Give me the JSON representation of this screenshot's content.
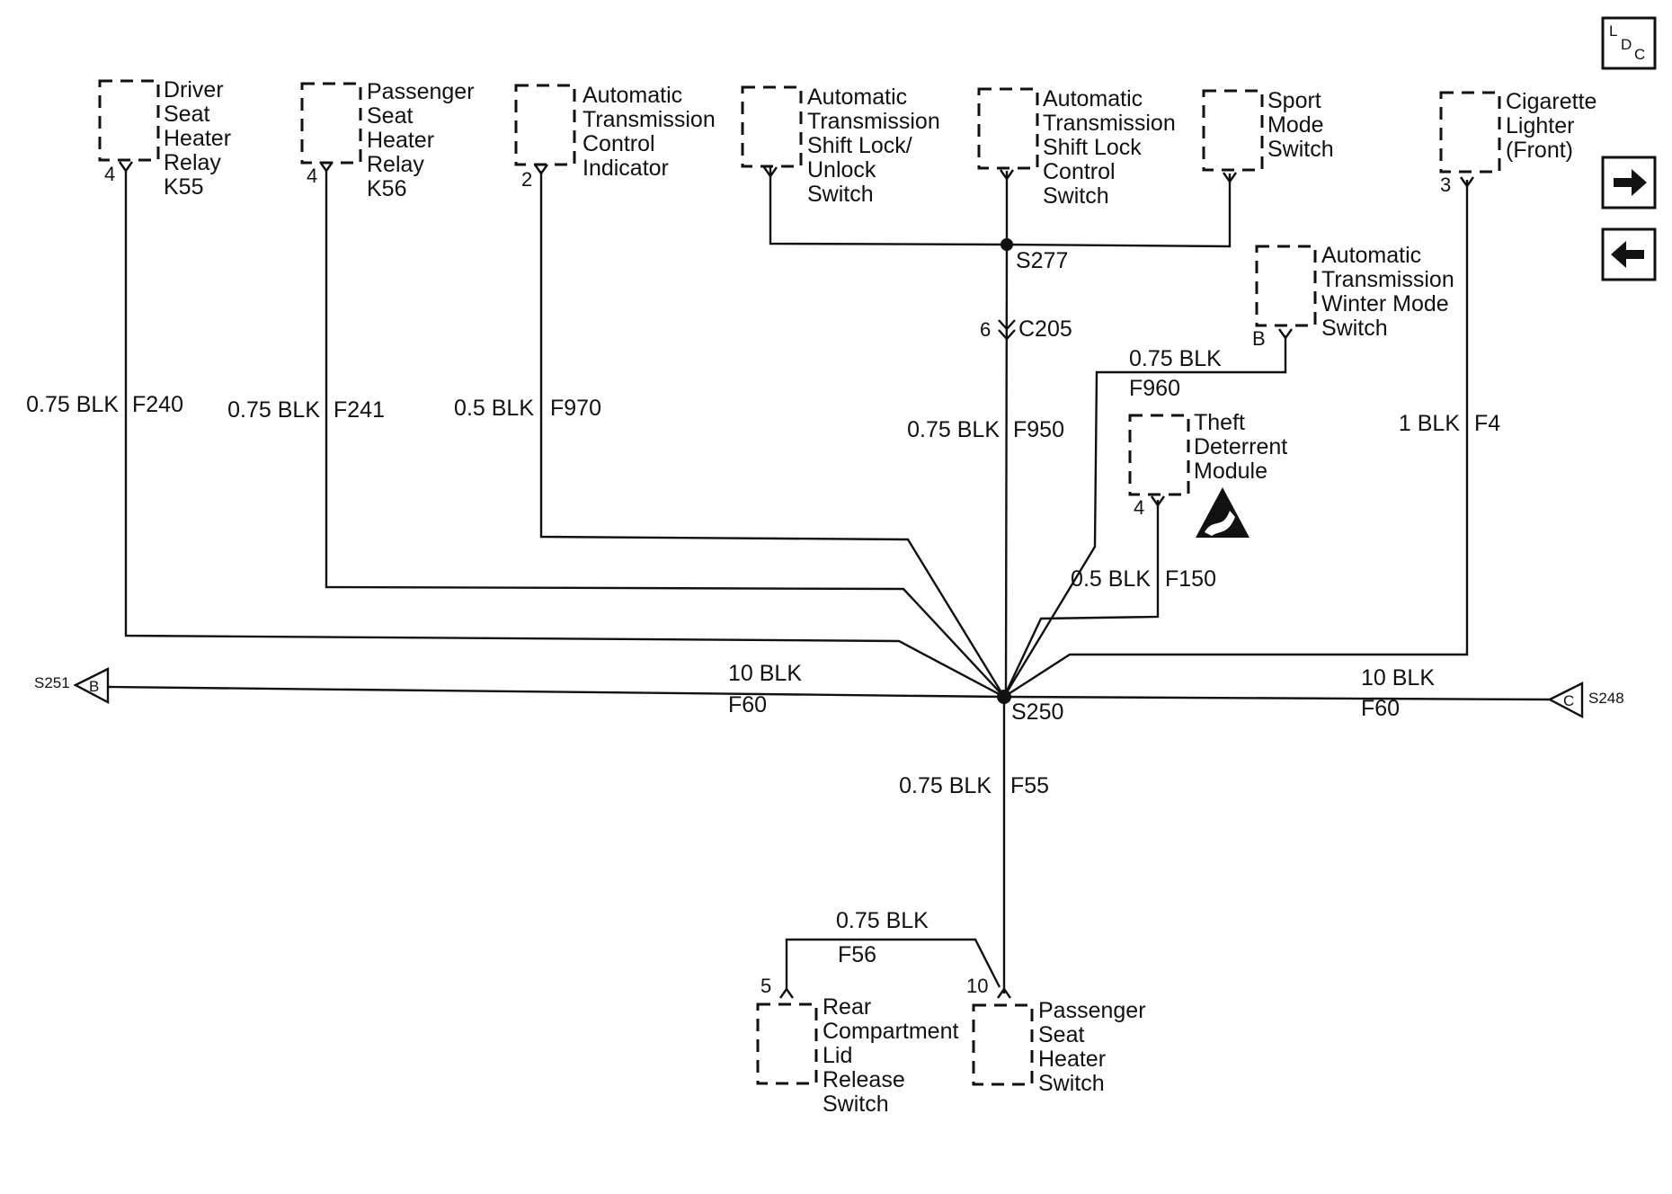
{
  "components": {
    "driver_seat_heater_relay": [
      "Driver",
      "Seat",
      "Heater",
      "Relay",
      "K55"
    ],
    "passenger_seat_heater_relay": [
      "Passenger",
      "Seat",
      "Heater",
      "Relay",
      "K56"
    ],
    "atc_indicator": [
      "Automatic",
      "Transmission",
      "Control",
      "Indicator"
    ],
    "shift_lock_unlock_switch": [
      "Automatic",
      "Transmission",
      "Shift Lock/",
      "Unlock",
      "Switch"
    ],
    "shift_lock_control_switch": [
      "Automatic",
      "Transmission",
      "Shift Lock",
      "Control",
      "Switch"
    ],
    "sport_mode_switch": [
      "Sport",
      "Mode",
      "Switch"
    ],
    "cigarette_lighter": [
      "Cigarette",
      "Lighter",
      "(Front)"
    ],
    "winter_mode_switch": [
      "Automatic",
      "Transmission",
      "Winter Mode",
      "Switch"
    ],
    "theft_deterrent_module": [
      "Theft",
      "Deterrent",
      "Module"
    ],
    "rear_compartment_switch": [
      "Rear",
      "Compartment",
      "Lid",
      "Release",
      "Switch"
    ],
    "passenger_seat_heater_switch": [
      "Passenger",
      "Seat",
      "Heater",
      "Switch"
    ]
  },
  "pins": {
    "driver": "4",
    "passenger": "4",
    "atc_indicator": "2",
    "winter_mode": "B",
    "cigarette": "3",
    "theft": "4",
    "c205": "6",
    "rear_compartment": "5",
    "passenger_switch": "10"
  },
  "wires": {
    "f240": {
      "gauge": "0.75 BLK",
      "circuit": "F240"
    },
    "f241": {
      "gauge": "0.75 BLK",
      "circuit": "F241"
    },
    "f970": {
      "gauge": "0.5 BLK",
      "circuit": "F970"
    },
    "f950": {
      "gauge": "0.75 BLK",
      "circuit": "F950"
    },
    "f960": {
      "gauge": "0.75 BLK",
      "circuit": "F960"
    },
    "f150": {
      "gauge": "0.5 BLK",
      "circuit": "F150"
    },
    "f4": {
      "gauge": "1 BLK",
      "circuit": "F4"
    },
    "f60_left": {
      "gauge": "10 BLK",
      "circuit": "F60"
    },
    "f60_right": {
      "gauge": "10 BLK",
      "circuit": "F60"
    },
    "f55": {
      "gauge": "0.75 BLK",
      "circuit": "F55"
    },
    "f56": {
      "gauge": "0.75 BLK",
      "circuit": "F56"
    }
  },
  "splices": {
    "s277": "S277",
    "s250": "S250"
  },
  "connectors": {
    "c205": "C205"
  },
  "offpage": {
    "left": {
      "splice": "S251",
      "letter": "B"
    },
    "right": {
      "splice": "S248",
      "letter": "C"
    }
  },
  "nav": {
    "ldc_l": "L",
    "ldc_d": "D",
    "ldc_c": "C",
    "forward_icon": "arrow-right-icon",
    "back_icon": "arrow-left-icon"
  }
}
